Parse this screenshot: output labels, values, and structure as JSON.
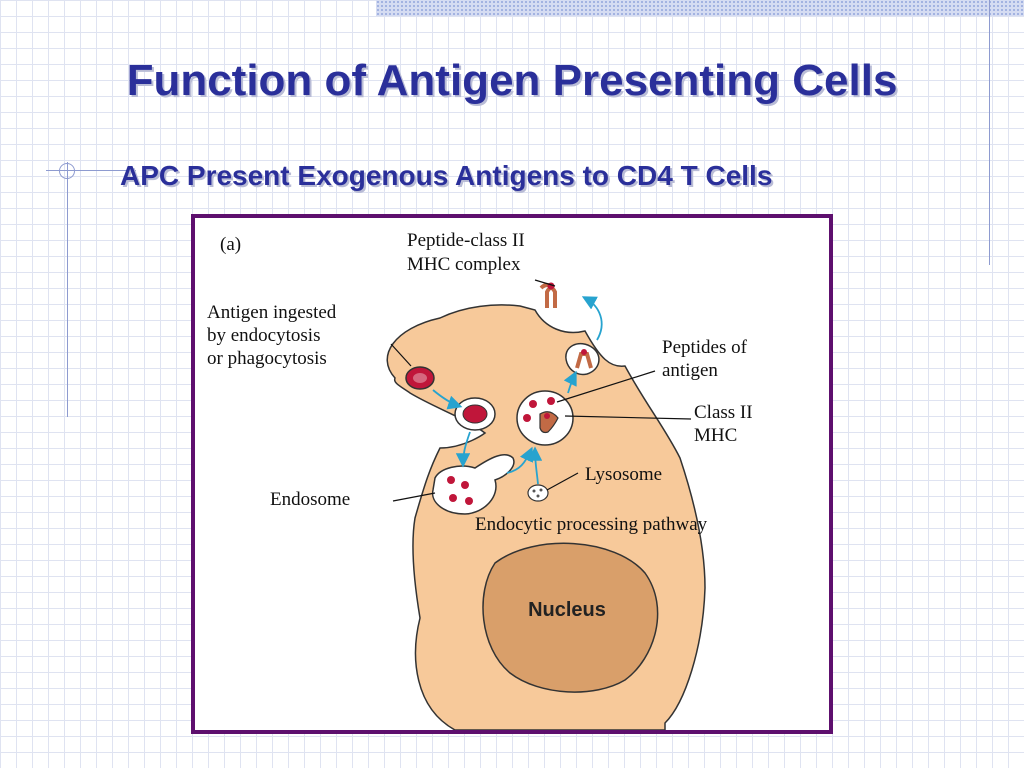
{
  "slide": {
    "title": "Function of Antigen Presenting Cells",
    "subtitle": "APC Present Exogenous Antigens to CD4 T Cells"
  },
  "diagram": {
    "panel_label": "(a)",
    "labels": {
      "peptide_mhc_1": "Peptide-class II",
      "peptide_mhc_2": "MHC complex",
      "antigen_ingested_1": "Antigen ingested",
      "antigen_ingested_2": "by endocytosis",
      "antigen_ingested_3": "or phagocytosis",
      "peptides_1": "Peptides of",
      "peptides_2": "antigen",
      "class_ii_1": "Class II",
      "class_ii_2": "MHC",
      "lysosome": "Lysosome",
      "endosome": "Endosome",
      "pathway": "Endocytic processing pathway",
      "nucleus": "Nucleus"
    },
    "colors": {
      "cell": "#f7c99a",
      "nucleus": "#d99f6a",
      "antigen": "#c0163a",
      "arrow": "#27a3cf",
      "frame": "#5e0f6e"
    }
  }
}
